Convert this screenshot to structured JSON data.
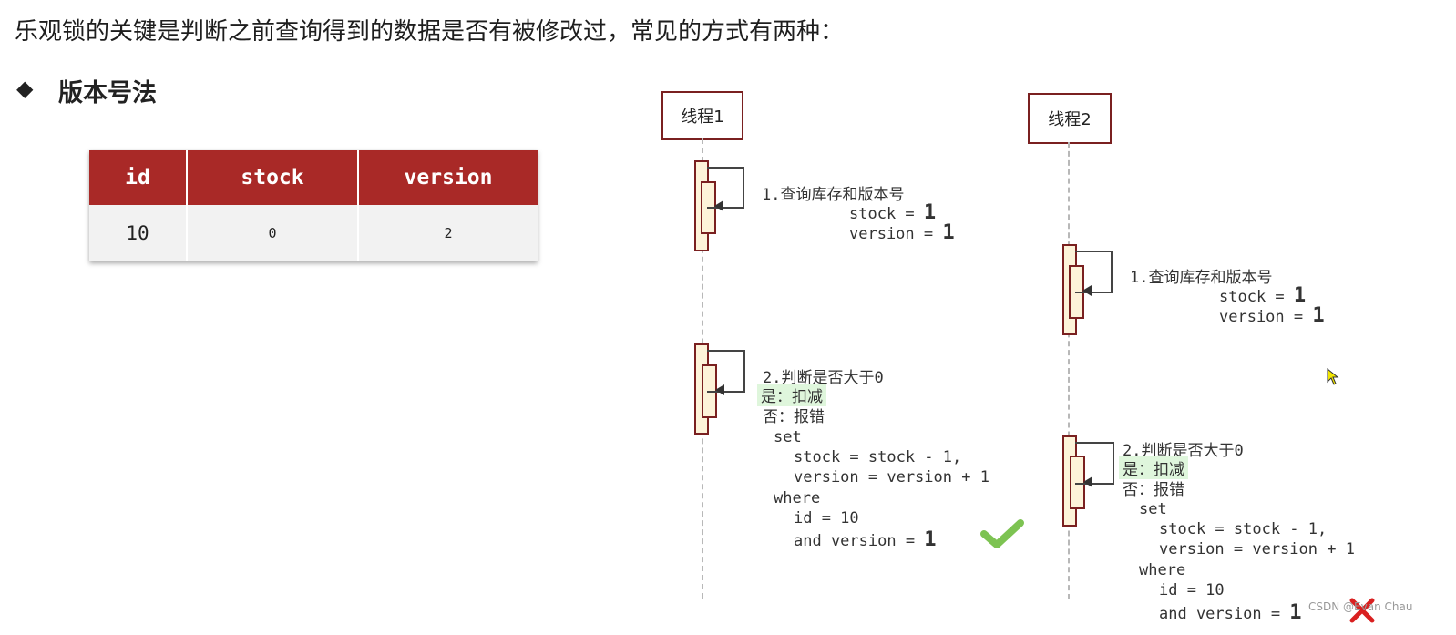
{
  "page": {
    "title": "乐观锁的关键是判断之前查询得到的数据是否有被修改过，常见的方式有两种：",
    "bullet": "◆",
    "subtitle": "版本号法"
  },
  "table": {
    "headers": [
      "id",
      "stock",
      "version"
    ],
    "row": [
      "10",
      "0",
      "2"
    ]
  },
  "threads": [
    {
      "name": "线程1",
      "query": {
        "label": "1.查询库存和版本号",
        "stock_line": "stock = ",
        "stock_val": "1",
        "version_line": "version = ",
        "version_val": "1"
      },
      "check": {
        "label": "2.判断是否大于0",
        "yes": "是：扣减",
        "no": "否：报错",
        "set": "set",
        "stock_update": "stock = stock - 1,",
        "version_update": "version = version + 1",
        "where": "where",
        "id_cond": "id = 10",
        "version_cond": "and version = ",
        "version_cond_val": "1"
      },
      "result": "success"
    },
    {
      "name": "线程2",
      "query": {
        "label": "1.查询库存和版本号",
        "stock_line": "stock = ",
        "stock_val": "1",
        "version_line": "version = ",
        "version_val": "1"
      },
      "check": {
        "label": "2.判断是否大于0",
        "yes": "是：扣减",
        "no": "否：报错",
        "set": "set",
        "stock_update": "stock = stock - 1,",
        "version_update": "version = version + 1",
        "where": "where",
        "id_cond": "id = 10",
        "version_cond": "and version = ",
        "version_cond_val": "1"
      },
      "result": "failure"
    }
  ],
  "colors": {
    "table_header": "#a92927",
    "activation_border": "#7a2020",
    "activation_fill": "#fdf3d9",
    "highlight": "#dff6dc",
    "check": "#7dc352",
    "cross": "#d92020"
  },
  "icons": [
    "check-icon",
    "cross-icon",
    "cursor-icon"
  ],
  "watermark": "CSDN @Evan Chau"
}
